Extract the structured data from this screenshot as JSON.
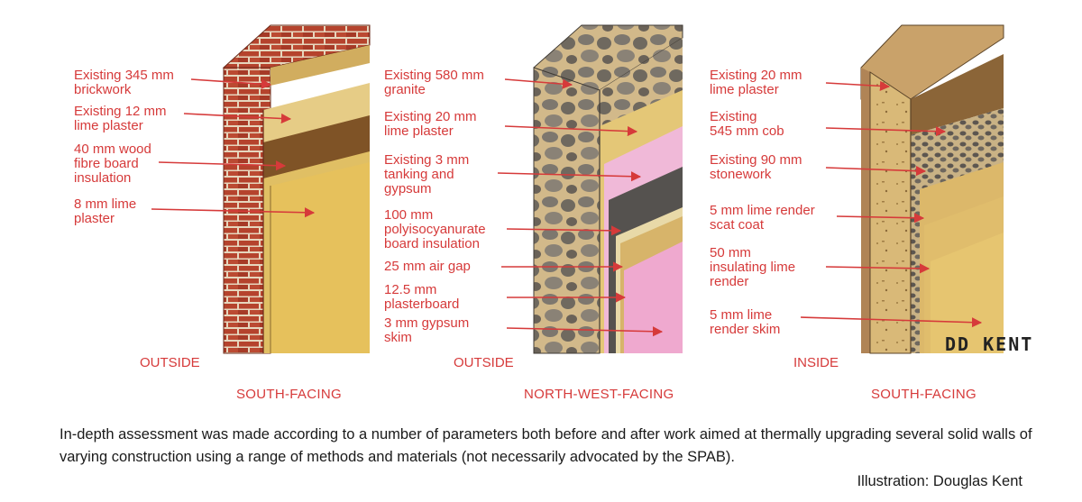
{
  "walls": [
    {
      "position": "OUTSIDE",
      "facing": "SOUTH-FACING",
      "layers": [
        "Existing 345 mm\nbrickwork",
        "Existing 12 mm\nlime plaster",
        "40 mm wood\nfibre board\ninsulation",
        "8 mm lime\nplaster"
      ]
    },
    {
      "position": "OUTSIDE",
      "facing": "NORTH-WEST-FACING",
      "layers": [
        "Existing 580 mm\ngranite",
        "Existing 20 mm\nlime plaster",
        "Existing 3 mm\ntanking and\ngypsum",
        "100 mm\npolyisocyanurate\nboard insulation",
        "25 mm air gap",
        "12.5 mm\nplasterboard",
        "3 mm gypsum\nskim"
      ]
    },
    {
      "position": "INSIDE",
      "facing": "SOUTH-FACING",
      "layers": [
        "Existing 20 mm\nlime plaster",
        "Existing\n545 mm cob",
        "Existing 90 mm\nstonework",
        "5 mm lime render\nscat coat",
        "50 mm\ninsulating lime\nrender",
        "5 mm lime\nrender skim"
      ]
    }
  ],
  "signature": "DD KENT",
  "caption": "In-depth assessment was made according to a number of parameters both before and after work aimed at thermally upgrading several solid walls of varying construction using a range of methods and materials (not necessarily advocated by the SPAB).",
  "credit": "Illustration: Douglas Kent",
  "colors": {
    "label": "#d63a3a",
    "brick": "#b5432d",
    "mortar": "#e9dcc4",
    "lime_plaster": "#e8cf8c",
    "wood_fibre": "#8a5a2a",
    "insulation_yellow": "#e6c15c",
    "granite": "#7c756c",
    "tanking_pink": "#f0b9d8",
    "pir_grey": "#55524f",
    "cob": "#a8825a",
    "stonework": "#66605a"
  }
}
